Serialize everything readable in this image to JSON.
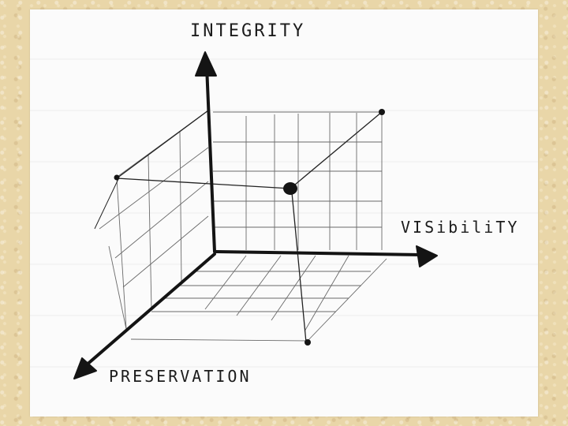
{
  "diagram": {
    "axes": {
      "integrity": "INTEGRITY",
      "visibility": "VISibiliTY",
      "preservation": "PRESERVATION"
    },
    "colors": {
      "ink": "#1c1c1c",
      "paper": "#fbfbfb",
      "background": "#e9d6a8"
    }
  }
}
